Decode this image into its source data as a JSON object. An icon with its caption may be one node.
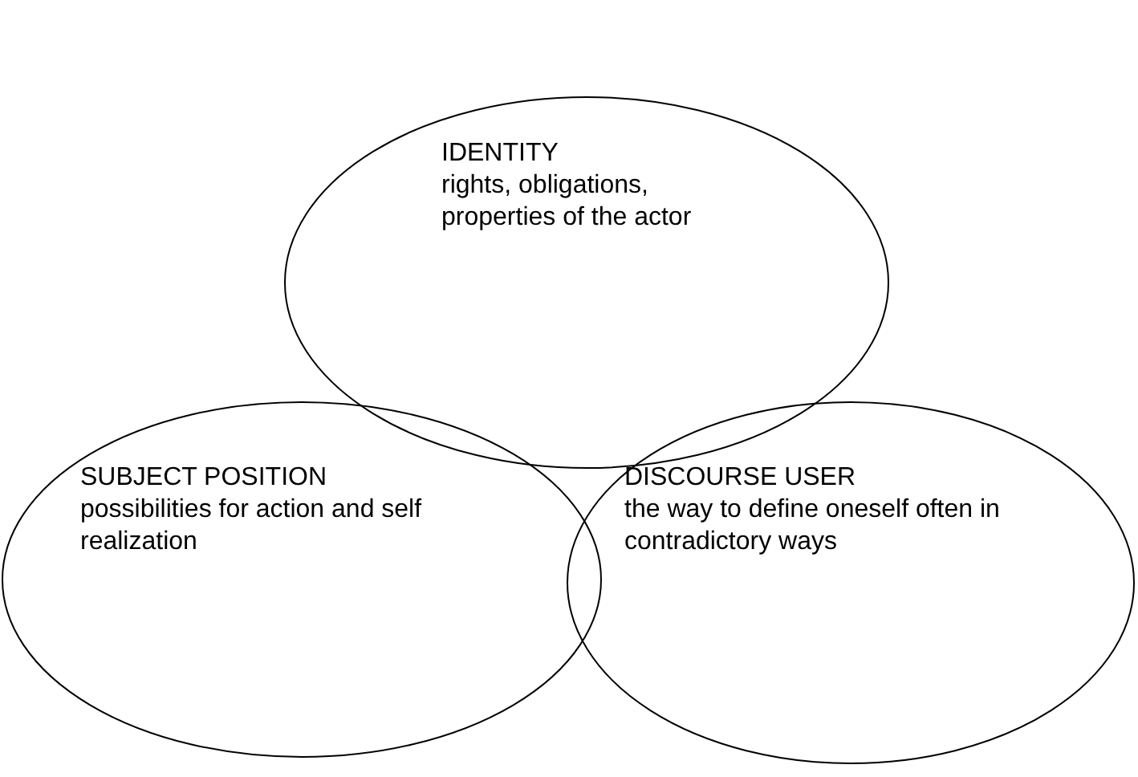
{
  "diagram": {
    "nodes": [
      {
        "text": [
          "IDENTITY",
          "rights, obligations, properties of the actor"
        ]
      },
      {
        "text": [
          "SUBJECT POSITION",
          "possibilities for action and self realization"
        ]
      },
      {
        "text": [
          "DISCOURSE USER",
          "the way to define oneself often in contradictory ways"
        ]
      }
    ]
  }
}
